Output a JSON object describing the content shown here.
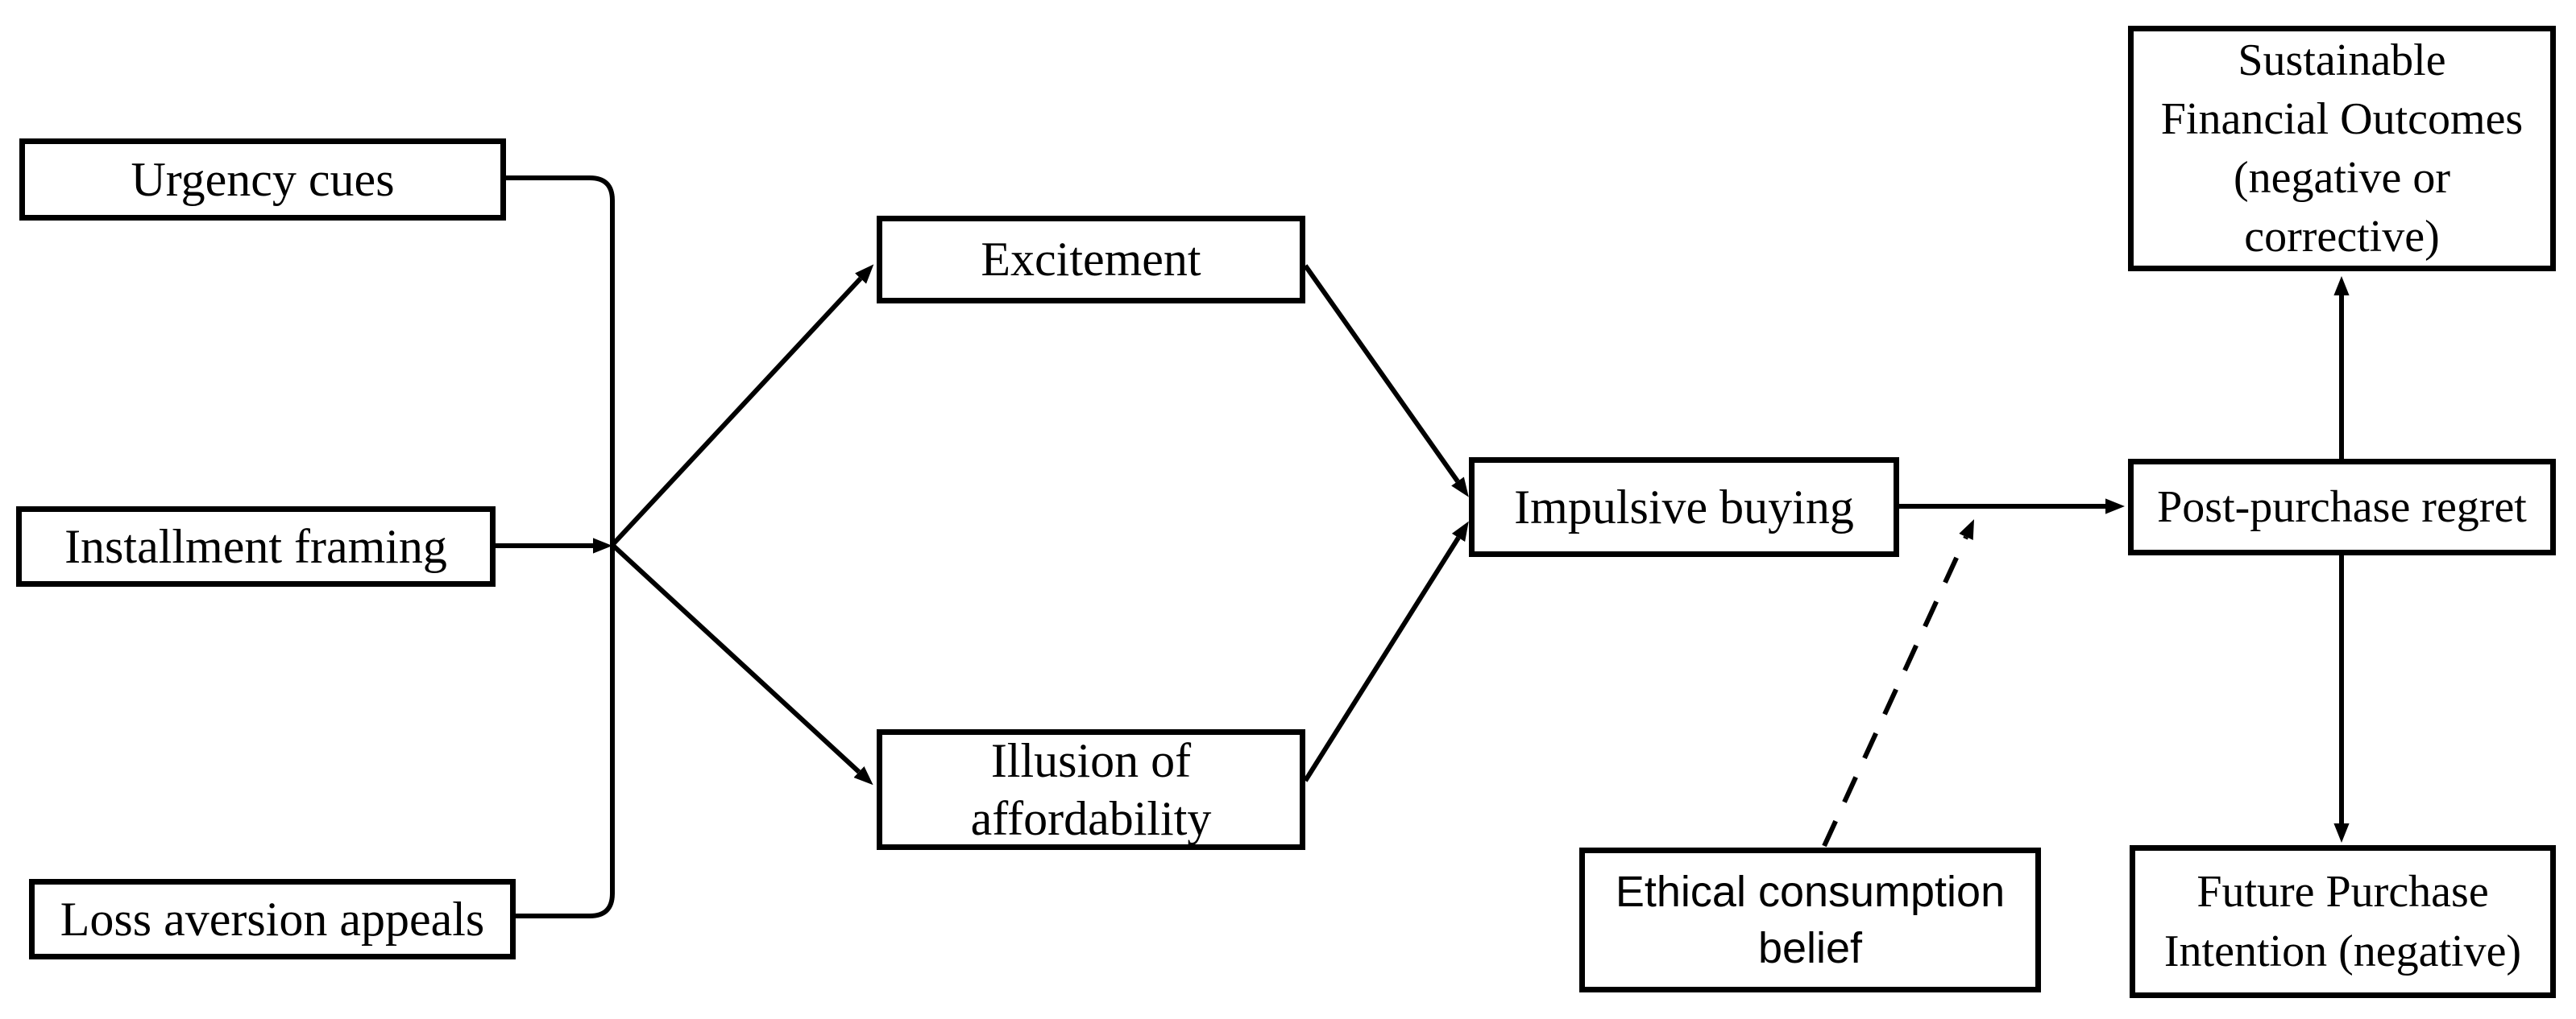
{
  "figure": {
    "type": "conceptual-model-diagram",
    "colors": {
      "background": "#ffffff",
      "box_fill": "#ffffff",
      "box_border": "#000000",
      "line": "#000000",
      "text": "#000000"
    },
    "nodes": {
      "urgency": {
        "label": "Urgency cues"
      },
      "installment": {
        "label": "Installment framing"
      },
      "loss": {
        "label": "Loss aversion appeals"
      },
      "excitement": {
        "label": "Excitement"
      },
      "illusion": {
        "label": "Illusion of\naffordability"
      },
      "impulsive": {
        "label": "Impulsive buying"
      },
      "ethical": {
        "label": "Ethical consumption\nbelief"
      },
      "regret": {
        "label": "Post-purchase regret"
      },
      "sustainable": {
        "label": "Sustainable\nFinancial Outcomes\n(negative or\ncorrective)"
      },
      "future": {
        "label": "Future Purchase\nIntention (negative)"
      }
    },
    "edges": [
      {
        "id": "urgency-to-junction",
        "from": "urgency",
        "to": "junction",
        "style": "solid",
        "arrowhead": "none"
      },
      {
        "id": "installment-to-junction",
        "from": "installment",
        "to": "junction",
        "style": "solid",
        "arrowhead": "end"
      },
      {
        "id": "loss-to-junction",
        "from": "loss",
        "to": "junction",
        "style": "solid",
        "arrowhead": "none"
      },
      {
        "id": "junction-to-excitement",
        "from": "junction",
        "to": "excitement",
        "style": "solid",
        "arrowhead": "end"
      },
      {
        "id": "junction-to-illusion",
        "from": "junction",
        "to": "illusion",
        "style": "solid",
        "arrowhead": "end"
      },
      {
        "id": "excitement-to-impulsive",
        "from": "excitement",
        "to": "impulsive",
        "style": "solid",
        "arrowhead": "end"
      },
      {
        "id": "illusion-to-impulsive",
        "from": "illusion",
        "to": "impulsive",
        "style": "solid",
        "arrowhead": "end"
      },
      {
        "id": "impulsive-to-regret",
        "from": "impulsive",
        "to": "regret",
        "style": "solid",
        "arrowhead": "end"
      },
      {
        "id": "ethical-moderation",
        "from": "ethical",
        "to": "impulsive-regret-link",
        "style": "dashed",
        "arrowhead": "end"
      },
      {
        "id": "regret-to-sustainable",
        "from": "regret",
        "to": "sustainable",
        "style": "solid",
        "arrowhead": "end"
      },
      {
        "id": "regret-to-future",
        "from": "regret",
        "to": "future",
        "style": "solid",
        "arrowhead": "end"
      }
    ]
  }
}
